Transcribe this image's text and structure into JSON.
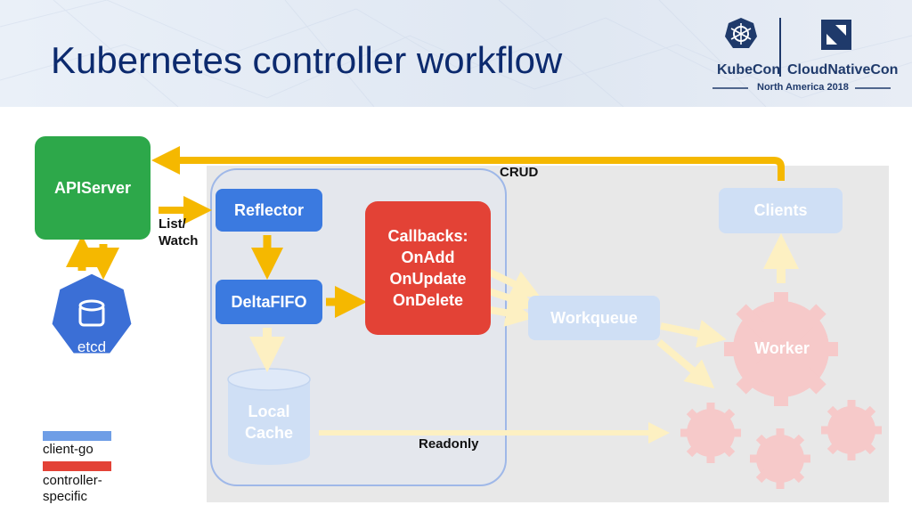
{
  "header": {
    "title": "Kubernetes controller workflow",
    "logo": {
      "left_text": "KubeCon",
      "right_text": "CloudNativeCon",
      "event": "North America 2018"
    }
  },
  "nodes": {
    "apiserver": "APIServer",
    "etcd": "etcd",
    "reflector": "Reflector",
    "deltafifo": "DeltaFIFO",
    "local_cache": "Local\nCache",
    "local_cache_line1": "Local",
    "local_cache_line2": "Cache",
    "callbacks": [
      "Callbacks:",
      "OnAdd",
      "OnUpdate",
      "OnDelete"
    ],
    "workqueue": "Workqueue",
    "clients": "Clients",
    "worker": "Worker"
  },
  "edge_labels": {
    "list_watch": "List/\nWatch",
    "crud": "CRUD",
    "readonly": "Readonly"
  },
  "legend": [
    {
      "label": "client-go",
      "color": "#6f9ee6"
    },
    {
      "label": "controller-\nspecific",
      "color": "#e34236"
    }
  ],
  "colors": {
    "apiserver": "#2da84a",
    "client_go": "#3b7ae0",
    "controller_specific": "#e34236",
    "arrow": "#f5b800",
    "faded_arrow": "#fdf0c2",
    "faded_blue": "#cfdff5",
    "faded_red": "#f6c9c9",
    "etcd": "#3b6fd6"
  }
}
